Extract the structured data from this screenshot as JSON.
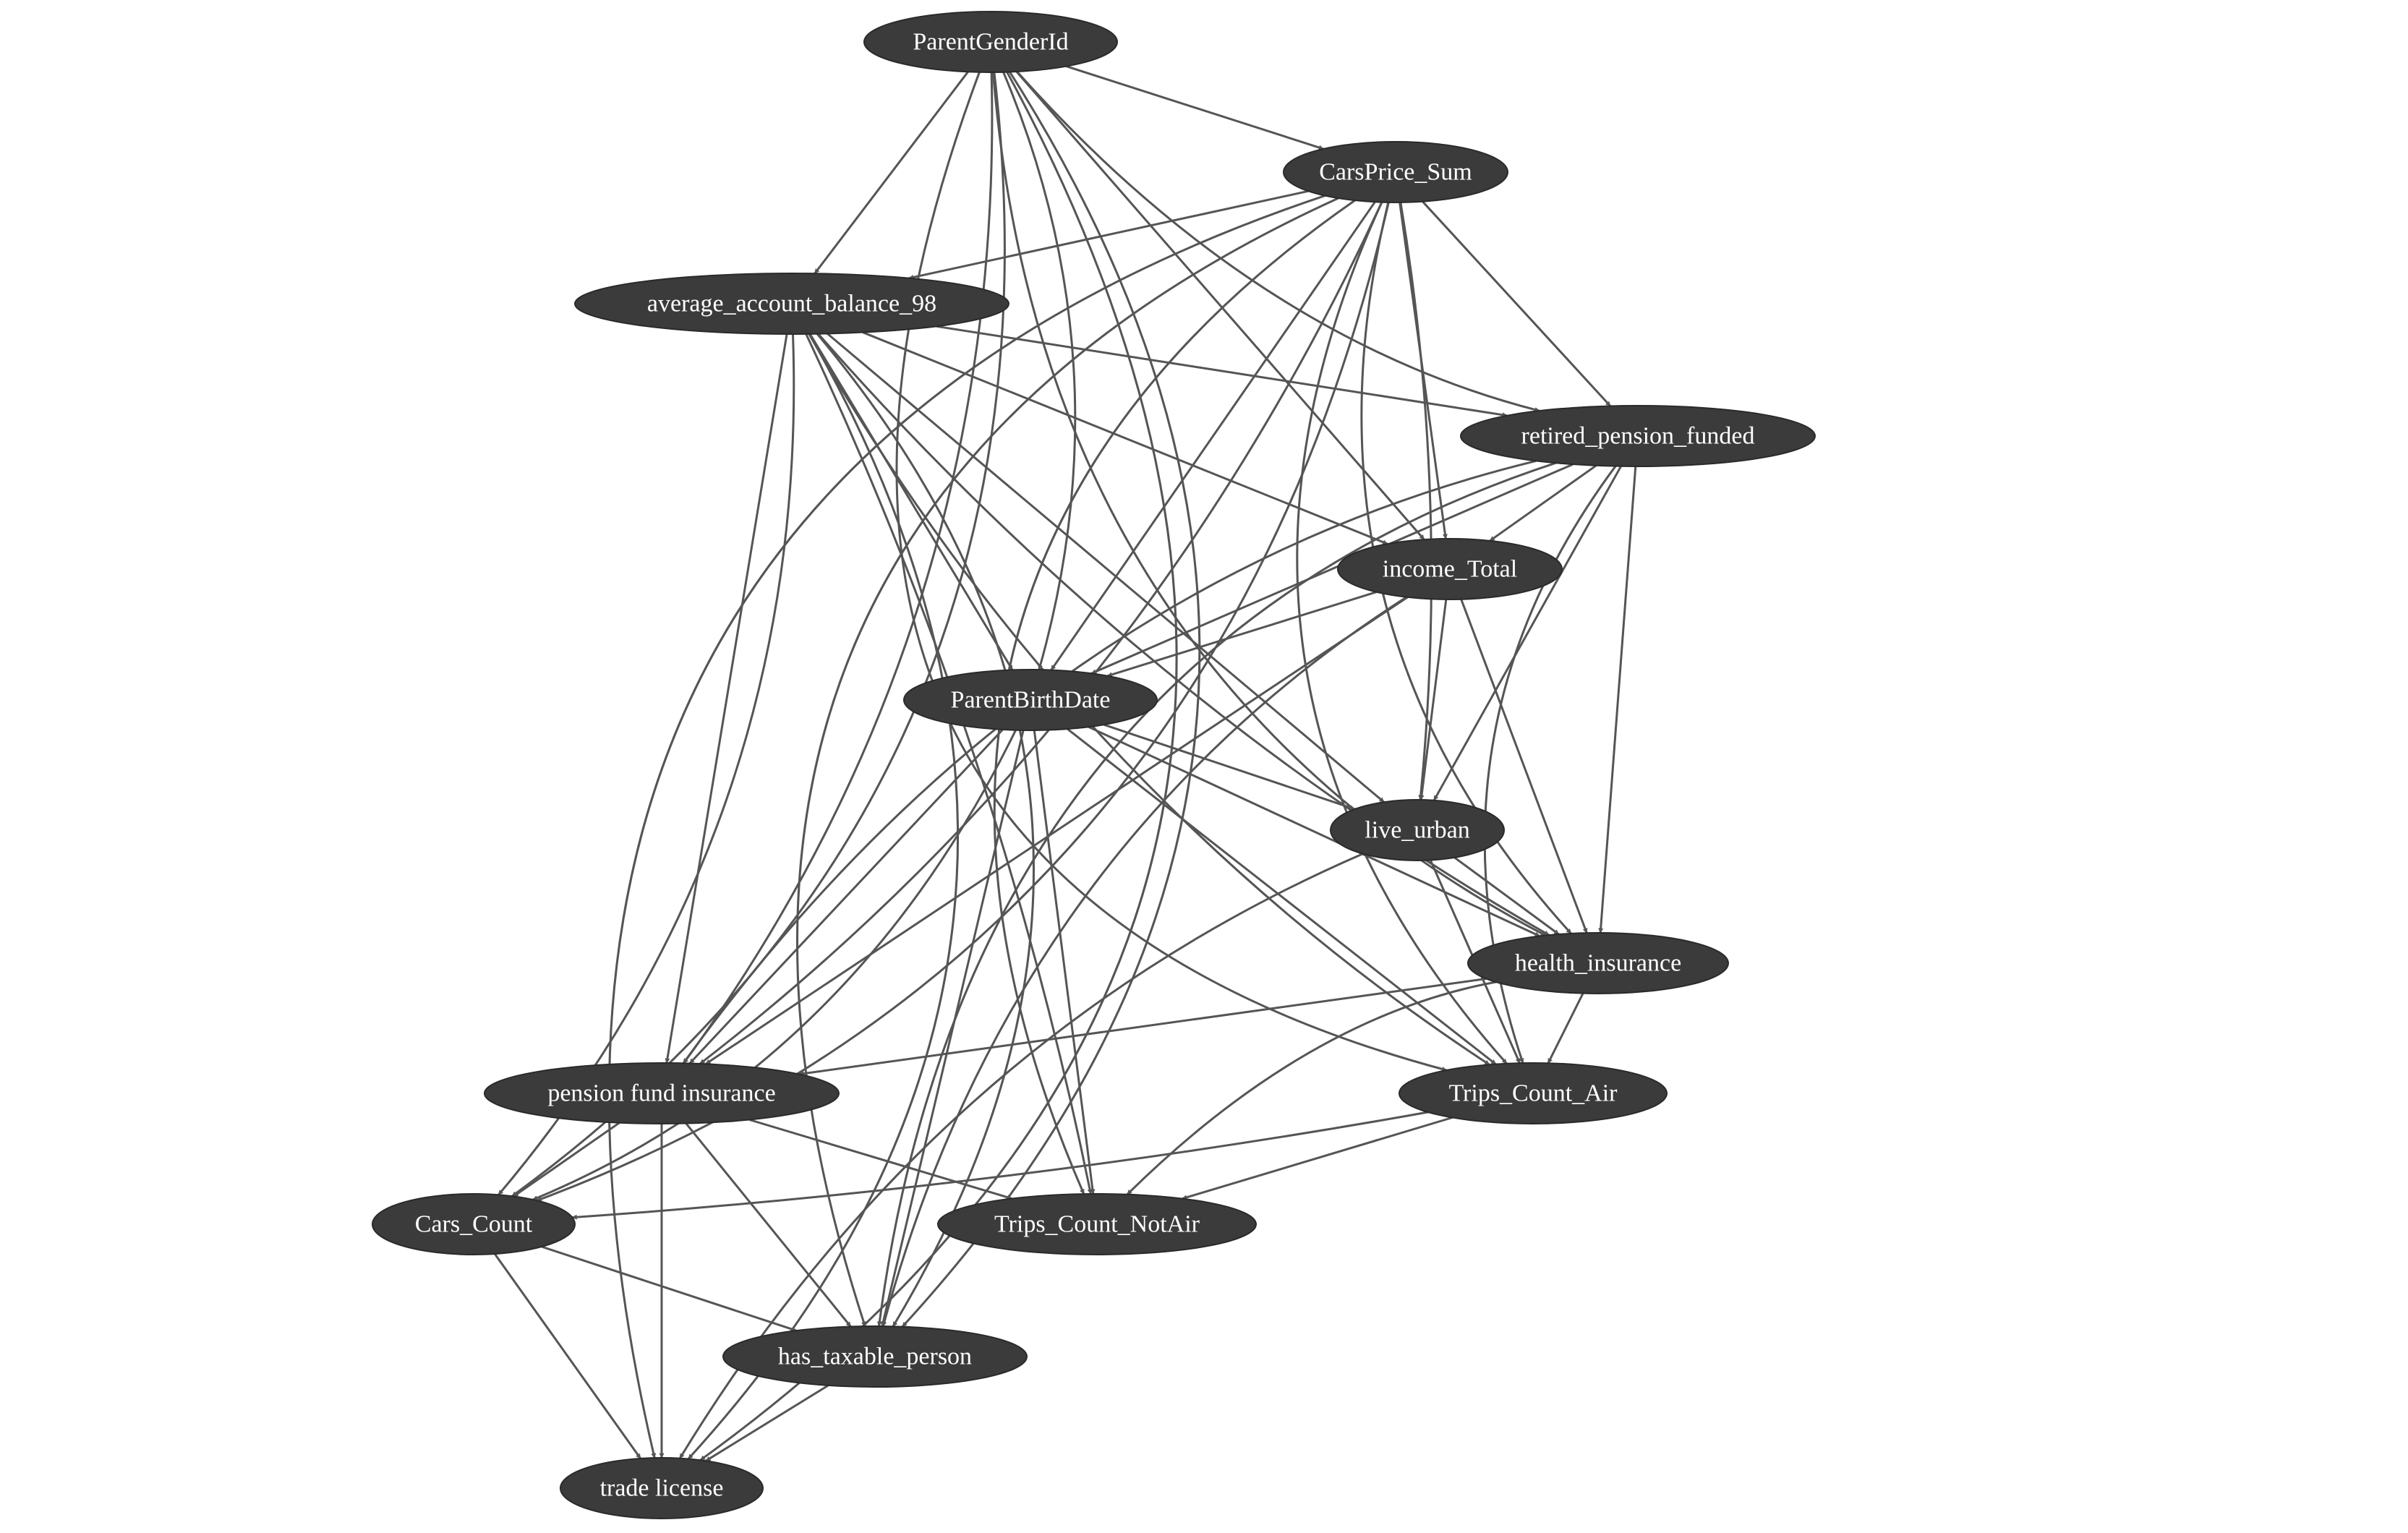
{
  "diagram": {
    "type": "directed-graph",
    "colors": {
      "node_fill": "#3b3b3b",
      "node_text": "#ffffff",
      "edge": "#555555",
      "background": "#ffffff"
    },
    "nodes": [
      {
        "id": "ParentGenderId",
        "label": "ParentGenderId"
      },
      {
        "id": "CarsPrice_Sum",
        "label": "CarsPrice_Sum"
      },
      {
        "id": "average_account_balance_98",
        "label": "average_account_balance_98"
      },
      {
        "id": "retired_pension_funded",
        "label": "retired_pension_funded"
      },
      {
        "id": "income_Total",
        "label": "income_Total"
      },
      {
        "id": "ParentBirthDate",
        "label": "ParentBirthDate"
      },
      {
        "id": "live_urban",
        "label": "live_urban"
      },
      {
        "id": "health_insurance",
        "label": "health_insurance"
      },
      {
        "id": "pension_fund_insurance",
        "label": "pension fund insurance"
      },
      {
        "id": "Trips_Count_Air",
        "label": "Trips_Count_Air"
      },
      {
        "id": "Cars_Count",
        "label": "Cars_Count"
      },
      {
        "id": "Trips_Count_NotAir",
        "label": "Trips_Count_NotAir"
      },
      {
        "id": "has_taxable_person",
        "label": "has_taxable_person"
      },
      {
        "id": "trade_license",
        "label": "trade license"
      }
    ],
    "edges": [
      [
        "ParentGenderId",
        "CarsPrice_Sum"
      ],
      [
        "ParentGenderId",
        "average_account_balance_98"
      ],
      [
        "ParentGenderId",
        "retired_pension_funded"
      ],
      [
        "ParentGenderId",
        "income_Total"
      ],
      [
        "ParentGenderId",
        "ParentBirthDate"
      ],
      [
        "ParentGenderId",
        "health_insurance"
      ],
      [
        "ParentGenderId",
        "pension_fund_insurance"
      ],
      [
        "ParentGenderId",
        "Trips_Count_Air"
      ],
      [
        "ParentGenderId",
        "Cars_Count"
      ],
      [
        "ParentGenderId",
        "has_taxable_person"
      ],
      [
        "ParentGenderId",
        "trade_license"
      ],
      [
        "CarsPrice_Sum",
        "average_account_balance_98"
      ],
      [
        "CarsPrice_Sum",
        "retired_pension_funded"
      ],
      [
        "CarsPrice_Sum",
        "income_Total"
      ],
      [
        "CarsPrice_Sum",
        "ParentBirthDate"
      ],
      [
        "CarsPrice_Sum",
        "live_urban"
      ],
      [
        "CarsPrice_Sum",
        "health_insurance"
      ],
      [
        "CarsPrice_Sum",
        "pension_fund_insurance"
      ],
      [
        "CarsPrice_Sum",
        "Trips_Count_Air"
      ],
      [
        "CarsPrice_Sum",
        "Trips_Count_NotAir"
      ],
      [
        "CarsPrice_Sum",
        "Cars_Count"
      ],
      [
        "CarsPrice_Sum",
        "has_taxable_person"
      ],
      [
        "CarsPrice_Sum",
        "trade_license"
      ],
      [
        "average_account_balance_98",
        "retired_pension_funded"
      ],
      [
        "average_account_balance_98",
        "income_Total"
      ],
      [
        "average_account_balance_98",
        "ParentBirthDate"
      ],
      [
        "average_account_balance_98",
        "live_urban"
      ],
      [
        "average_account_balance_98",
        "health_insurance"
      ],
      [
        "average_account_balance_98",
        "pension_fund_insurance"
      ],
      [
        "average_account_balance_98",
        "Trips_Count_Air"
      ],
      [
        "average_account_balance_98",
        "Trips_Count_NotAir"
      ],
      [
        "average_account_balance_98",
        "Cars_Count"
      ],
      [
        "average_account_balance_98",
        "has_taxable_person"
      ],
      [
        "average_account_balance_98",
        "trade_license"
      ],
      [
        "retired_pension_funded",
        "income_Total"
      ],
      [
        "retired_pension_funded",
        "ParentBirthDate"
      ],
      [
        "retired_pension_funded",
        "live_urban"
      ],
      [
        "retired_pension_funded",
        "health_insurance"
      ],
      [
        "retired_pension_funded",
        "pension_fund_insurance"
      ],
      [
        "retired_pension_funded",
        "Trips_Count_Air"
      ],
      [
        "retired_pension_funded",
        "has_taxable_person"
      ],
      [
        "income_Total",
        "ParentBirthDate"
      ],
      [
        "income_Total",
        "live_urban"
      ],
      [
        "income_Total",
        "health_insurance"
      ],
      [
        "income_Total",
        "pension_fund_insurance"
      ],
      [
        "income_Total",
        "has_taxable_person"
      ],
      [
        "ParentBirthDate",
        "live_urban"
      ],
      [
        "ParentBirthDate",
        "health_insurance"
      ],
      [
        "ParentBirthDate",
        "pension_fund_insurance"
      ],
      [
        "ParentBirthDate",
        "Trips_Count_Air"
      ],
      [
        "ParentBirthDate",
        "Trips_Count_NotAir"
      ],
      [
        "ParentBirthDate",
        "Cars_Count"
      ],
      [
        "ParentBirthDate",
        "has_taxable_person"
      ],
      [
        "live_urban",
        "health_insurance"
      ],
      [
        "live_urban",
        "Trips_Count_Air"
      ],
      [
        "live_urban",
        "trade_license"
      ],
      [
        "health_insurance",
        "pension_fund_insurance"
      ],
      [
        "health_insurance",
        "Trips_Count_Air"
      ],
      [
        "health_insurance",
        "Trips_Count_NotAir"
      ],
      [
        "pension_fund_insurance",
        "Cars_Count"
      ],
      [
        "pension_fund_insurance",
        "Trips_Count_NotAir"
      ],
      [
        "pension_fund_insurance",
        "has_taxable_person"
      ],
      [
        "pension_fund_insurance",
        "trade_license"
      ],
      [
        "Trips_Count_Air",
        "Trips_Count_NotAir"
      ],
      [
        "Trips_Count_Air",
        "Cars_Count"
      ],
      [
        "Cars_Count",
        "has_taxable_person"
      ],
      [
        "Cars_Count",
        "trade_license"
      ],
      [
        "has_taxable_person",
        "trade_license"
      ]
    ]
  }
}
